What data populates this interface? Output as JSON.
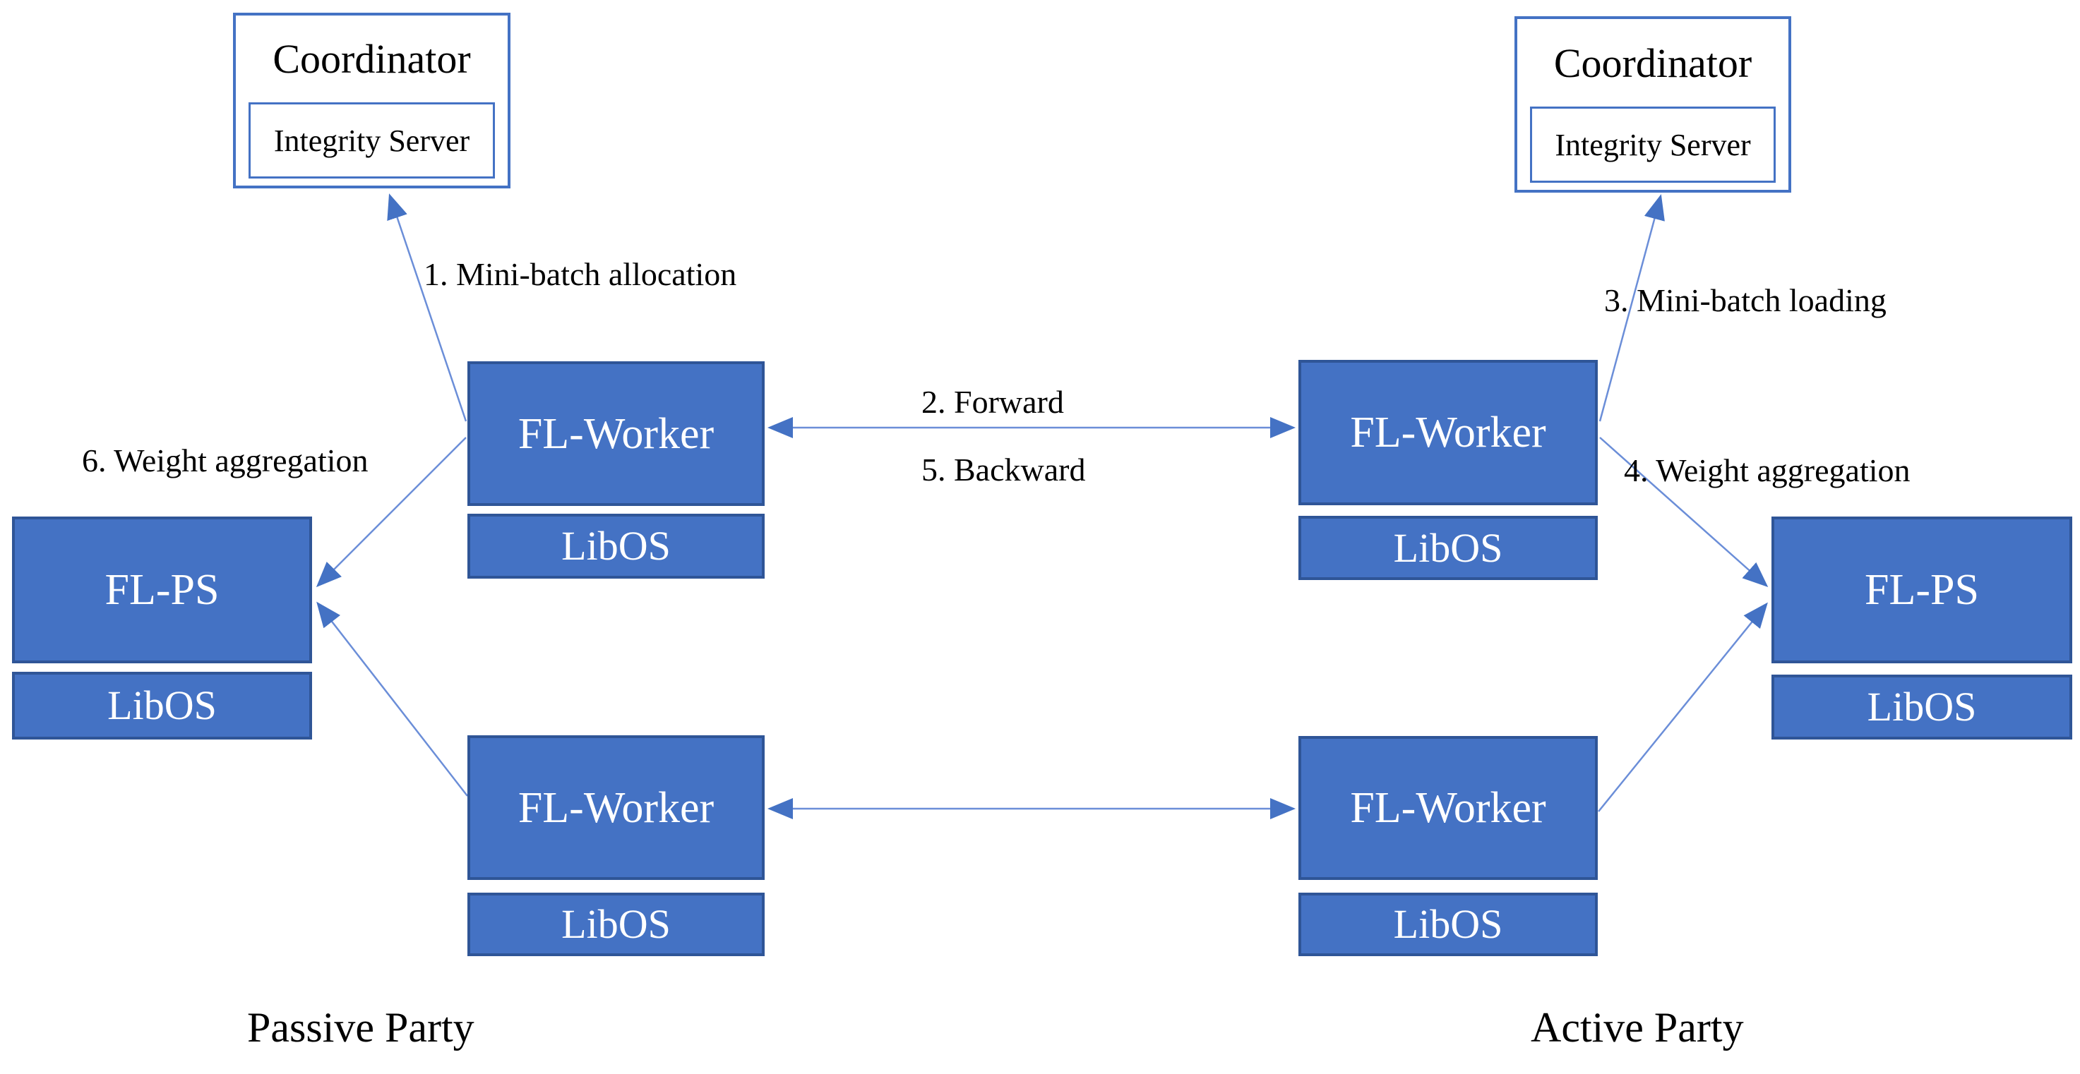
{
  "diagram": {
    "coordinator": {
      "title": "Coordinator",
      "subtitle": "Integrity Server"
    },
    "nodes": {
      "fl_worker": "FL-Worker",
      "fl_ps": "FL-PS",
      "libos": "LibOS"
    },
    "edge_labels": {
      "step1": "1. Mini-batch allocation",
      "step2": "2. Forward",
      "step3": "3. Mini-batch loading",
      "step4": "4. Weight aggregation",
      "step5": "5. Backward",
      "step6": "6. Weight aggregation"
    },
    "parties": {
      "passive": "Passive Party",
      "active": "Active Party"
    },
    "colors": {
      "box_fill": "#4472C4",
      "box_border": "#2F5597",
      "coord_border": "#4472C4",
      "line": "#6B8ED8",
      "arrow": "#4472C4",
      "text_on_box": "#FFFFFF",
      "label_text": "#000000"
    }
  }
}
